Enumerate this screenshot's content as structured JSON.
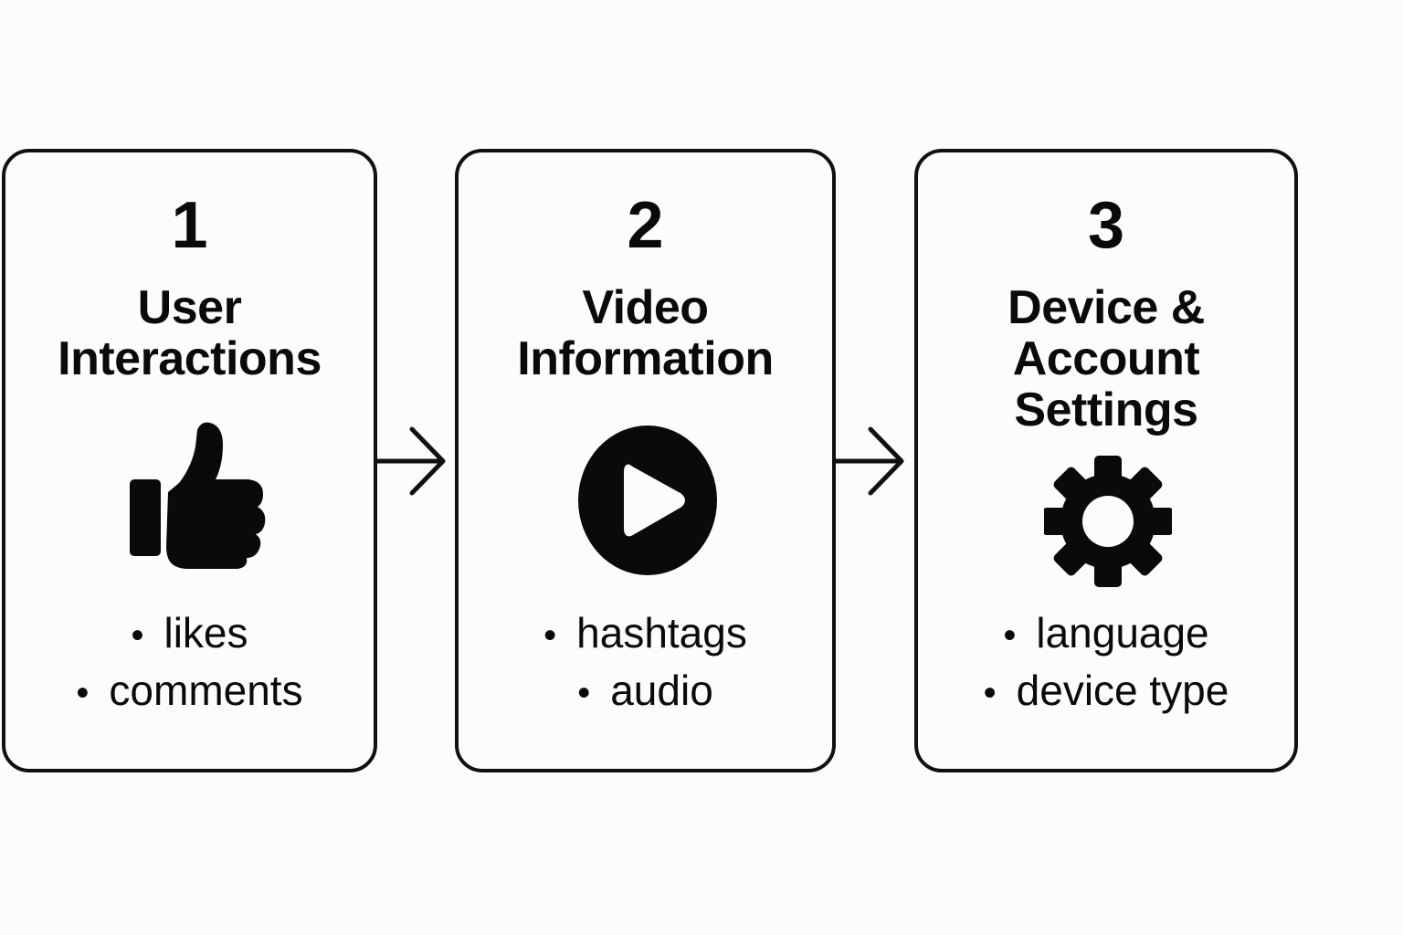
{
  "steps": [
    {
      "number": "1",
      "title": "User Interactions",
      "icon": "thumbs-up-icon",
      "bullets": [
        "likes",
        "comments"
      ]
    },
    {
      "number": "2",
      "title": "Video Information",
      "icon": "play-icon",
      "bullets": [
        "hashtags",
        "audio"
      ]
    },
    {
      "number": "3",
      "title": "Device & Account Settings",
      "icon": "gear-icon",
      "bullets": [
        "language",
        "device type"
      ]
    }
  ],
  "colors": {
    "ink": "#111111",
    "background": "#fcfcfc"
  }
}
